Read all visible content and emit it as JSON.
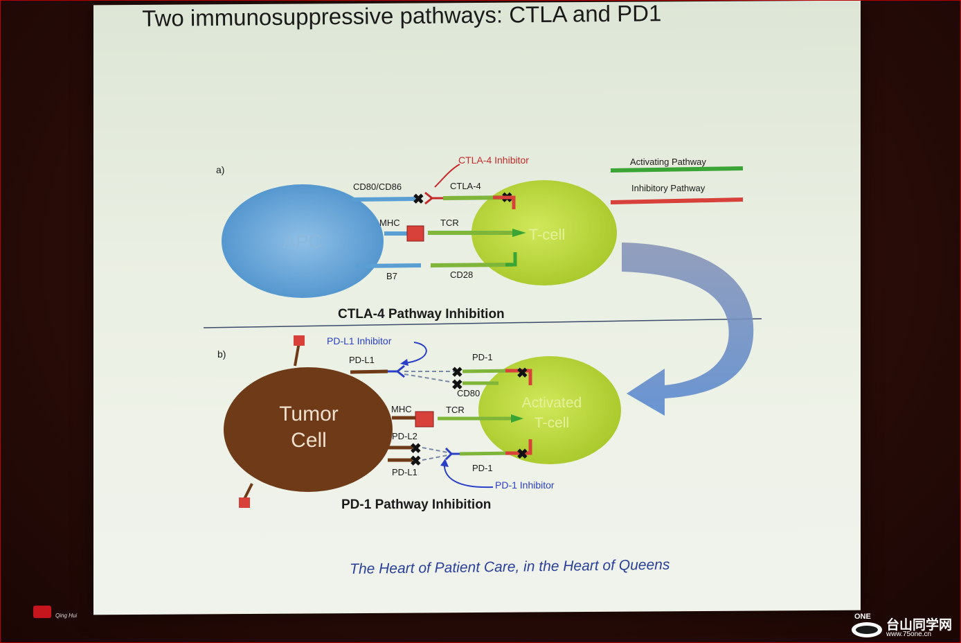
{
  "slide": {
    "title": "Two immunosuppressive pathways: CTLA and PD1",
    "tagline": "The Heart of Patient Care, in the Heart of Queens"
  },
  "legend": {
    "activating": "Activating Pathway",
    "inhibitory": "Inhibitory Pathway",
    "activating_color": "#3aa535",
    "inhibitory_color": "#d8403a"
  },
  "panel_a": {
    "tag": "a)",
    "apc": "APC",
    "tcell": "T-cell",
    "cd80_cd86": "CD80/CD86",
    "ctla4_inhibitor": "CTLA-4 Inhibitor",
    "ctla4": "CTLA-4",
    "mhc": "MHC",
    "tcr": "TCR",
    "b7": "B7",
    "cd28": "CD28",
    "caption": "CTLA-4 Pathway Inhibition"
  },
  "panel_b": {
    "tag": "b)",
    "pdl1_inhibitor": "PD-L1 Inhibitor",
    "pdl1_top": "PD-L1",
    "pd1_top": "PD-1",
    "cd80": "CD80",
    "tumor_line1": "Tumor",
    "tumor_line2": "Cell",
    "activated_line1": "Activated",
    "activated_line2": "T-cell",
    "mhc": "MHC",
    "tcr": "TCR",
    "pdl2": "PD-L2",
    "pdl1_bottom": "PD-L1",
    "pd1_bottom": "PD-1",
    "pd1_inhibitor": "PD-1 Inhibitor",
    "caption": "PD-1 Pathway Inhibition"
  },
  "watermark": {
    "left_text": "Qing Hui",
    "brand_one": "ONE",
    "brand_cn": "台山同学网",
    "brand_url": "www.75one.cn"
  },
  "colors": {
    "apc": "#5a9fd4",
    "tcell": "#b8d630",
    "tumor": "#6e3a17",
    "arrow": "#7f9ed0",
    "inhibitor_blue": "#2a3fc8",
    "inhibitor_red": "#d8403a"
  }
}
